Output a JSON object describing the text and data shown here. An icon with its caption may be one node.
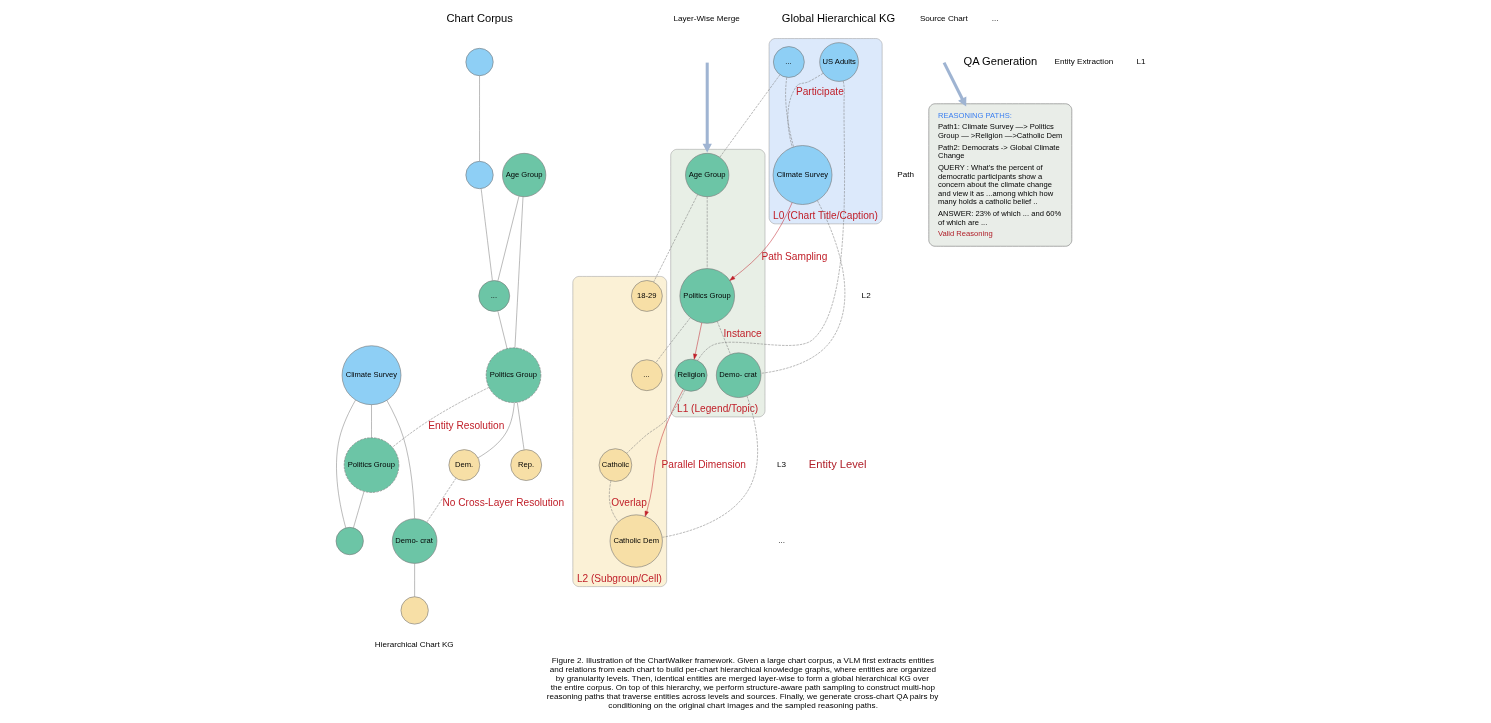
{
  "diagram": {
    "caption": "Figure 2. Illustration of the ChartWalker framework. Given a large chart corpus, a VLM first extracts entities and relations from each chart to build per-chart hierarchical knowledge graphs, where entities are organized by granularity levels. Then, identical entities are merged layer-wise to form a global hierarchical KG over the entire corpus. On top of this hierarchy, we perform structure-aware path sampling to construct multi-hop reasoning paths that traverse entities across levels and sources. Finally, we generate cross-chart QA pairs by conditioning on the original chart images and the sampled reasoning paths.",
    "nodes": [
      {
        "text": [],
        "shape": "circle"
      },
      {
        "text": [],
        "shape": "circle"
      },
      {
        "text": [
          "Climate Survey"
        ]
      },
      {
        "text": [
          "..."
        ]
      },
      {
        "text": [
          "Age Group"
        ]
      },
      {
        "text": [
          "Politics Group"
        ]
      },
      {
        "text": [
          "Politics Group"
        ]
      },
      {
        "text": [],
        "shape": "circle"
      },
      {
        "text": [
          "Demo- crat"
        ]
      },
      {
        "text": [
          "Rep."
        ]
      },
      {
        "text": [
          "Dem."
        ]
      },
      {
        "text": [],
        "shape": "circle"
      },
      {
        "text": [
          "L0 (Chart Title/Caption)"
        ]
      },
      {
        "text": [
          "US Adults"
        ],
        "in": 12
      },
      {
        "text": [
          "..."
        ],
        "in": 12
      },
      {
        "text": [
          "Climate Survey"
        ],
        "in": 12
      },
      {
        "text": [
          "L1 (Legend/Topic)"
        ]
      },
      {
        "text": [
          "Age Group"
        ],
        "in": 16
      },
      {
        "text": [
          "Politics Group"
        ],
        "in": 16
      },
      {
        "text": [
          "Demo- crat"
        ],
        "in": 16
      },
      {
        "text": [
          "Religion"
        ],
        "in": 16
      },
      {
        "text": [
          "L2 (Subgroup/Cell)"
        ]
      },
      {
        "text": [
          "18-29"
        ],
        "in": 21
      },
      {
        "text": [
          "..."
        ],
        "in": 21
      },
      {
        "text": [
          "Catholic Dem"
        ],
        "in": 21
      },
      {
        "text": [
          "Catholic"
        ],
        "in": 21
      },
      {
        "text": [
          "REASONING PATHS:",
          "Path1: Climate Survey —> Politics Group — >Religion —>Catholic Dem",
          "Path2: Democrats -> Global Climate Change",
          "QUERY : What’s the percent of democratic participants show a concern about the climate change and view it as ...among which how many holds a catholic belief ..",
          "ANSWER: 23% of which ... and 60% of which are ...",
          "Valid Reasoning"
        ]
      }
    ],
    "edges": [
      {
        "from": 0,
        "to": 1,
        "arrow": "none"
      },
      {
        "from": 1,
        "to": 3,
        "arrow": "none"
      },
      {
        "from": 4,
        "to": 3,
        "arrow": "none"
      },
      {
        "from": 3,
        "to": 5,
        "arrow": "none"
      },
      {
        "from": 4,
        "to": 5,
        "arrow": "none"
      },
      {
        "from": 5,
        "to": 9,
        "arrow": "none"
      },
      {
        "from": 5,
        "to": 10,
        "arrow": "none"
      },
      {
        "from": 2,
        "to": 6,
        "arrow": "none"
      },
      {
        "from": 2,
        "to": 7,
        "arrow": "none"
      },
      {
        "from": 2,
        "to": 8,
        "arrow": "none"
      },
      {
        "from": 6,
        "to": 7,
        "arrow": "none"
      },
      {
        "from": 8,
        "to": 11,
        "arrow": "none"
      },
      {
        "from": 5,
        "to": 6,
        "arrow": "none",
        "style": "dashed",
        "label": "Entity Resolution"
      },
      {
        "from": 10,
        "to": 8,
        "arrow": "none",
        "style": "dashed",
        "label": "No Cross-Layer Resolution"
      },
      {
        "from": null,
        "to": 16,
        "arrow": "to",
        "style": "thick",
        "color": "#9fb4d2"
      },
      {
        "from": 13,
        "to": 15,
        "arrow": "none",
        "style": "dashed",
        "label": "Participate"
      },
      {
        "from": 14,
        "to": 15,
        "arrow": "none",
        "style": "dashed"
      },
      {
        "from": 15,
        "to": 18,
        "arrow": "to",
        "color": "#c0202a",
        "label": "Path Sampling"
      },
      {
        "from": 14,
        "to": 17,
        "arrow": "none",
        "style": "dashed"
      },
      {
        "from": 13,
        "to": 20,
        "arrow": "none",
        "style": "dashed"
      },
      {
        "from": 15,
        "to": 19,
        "arrow": "none",
        "style": "dashed"
      },
      {
        "from": 17,
        "to": 18,
        "arrow": "none",
        "style": "dashed"
      },
      {
        "from": 18,
        "to": 19,
        "arrow": "none",
        "style": "dashed",
        "label": "Instance"
      },
      {
        "from": 18,
        "to": 20,
        "arrow": "to",
        "color": "#c0202a"
      },
      {
        "from": 20,
        "to": 24,
        "arrow": "to",
        "color": "#c0202a",
        "label": "Parallel Dimension"
      },
      {
        "from": 17,
        "to": 22,
        "arrow": "none",
        "style": "dashed"
      },
      {
        "from": 20,
        "to": 25,
        "arrow": "none",
        "style": "dashed"
      },
      {
        "from": 18,
        "to": 23,
        "arrow": "none",
        "style": "dashed"
      },
      {
        "from": 19,
        "to": 24,
        "arrow": "none",
        "style": "dashed"
      },
      {
        "from": 25,
        "to": 24,
        "arrow": "none",
        "style": "dashed",
        "label": "Overlap"
      },
      {
        "from": null,
        "to": 26,
        "arrow": "to",
        "style": "thick",
        "color": "#9fb4d2"
      }
    ],
    "labels": [
      "Chart Corpus",
      "...",
      "Global Hierarchical KG",
      "QA Generation",
      "Entity Extraction",
      "L1",
      "L2",
      "L3",
      "...",
      "Hierarchical Chart KG",
      "Layer-Wise Merge",
      "Source Chart",
      "Path",
      "Entity Level"
    ]
  }
}
